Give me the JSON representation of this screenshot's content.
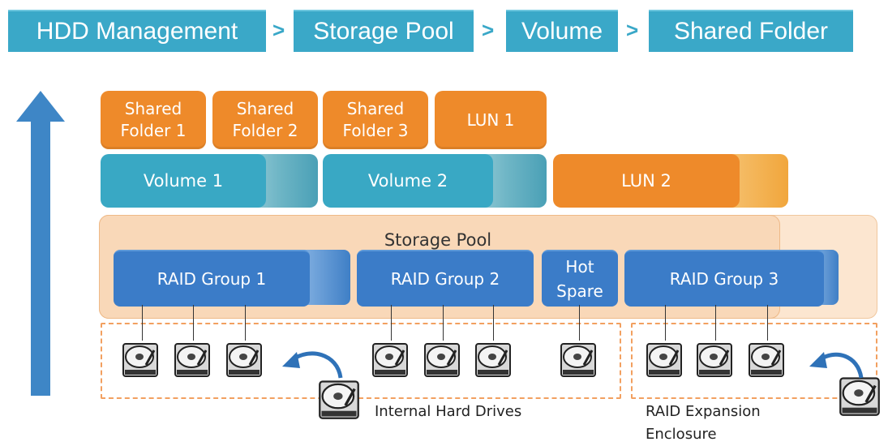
{
  "breadcrumb": {
    "items": [
      "HDD Management",
      "Storage Pool",
      "Volume",
      "Shared Folder"
    ],
    "separator": ">"
  },
  "top_row": [
    "Shared\nFolder 1",
    "Shared\nFolder 2",
    "Shared\nFolder 3",
    "LUN 1"
  ],
  "volumes": [
    "Volume 1",
    "Volume 2"
  ],
  "lun2": "LUN 2",
  "pool": {
    "label": "Storage Pool",
    "raid_groups": [
      "RAID Group 1",
      "RAID Group 2",
      "RAID Group 3"
    ],
    "hot_spare": "Hot\nSpare"
  },
  "captions": {
    "internal": "Internal Hard Drives",
    "expansion": "RAID Expansion\nEnclosure"
  },
  "colors": {
    "teal": "#3aa8c8",
    "orange": "#ee8a2a",
    "blue": "#3b7cc8",
    "pool": "#f9d8b8"
  },
  "icons": {
    "drive": "hard-drive-icon",
    "arrow": "curved-arrow-icon",
    "up": "up-arrow-icon"
  }
}
